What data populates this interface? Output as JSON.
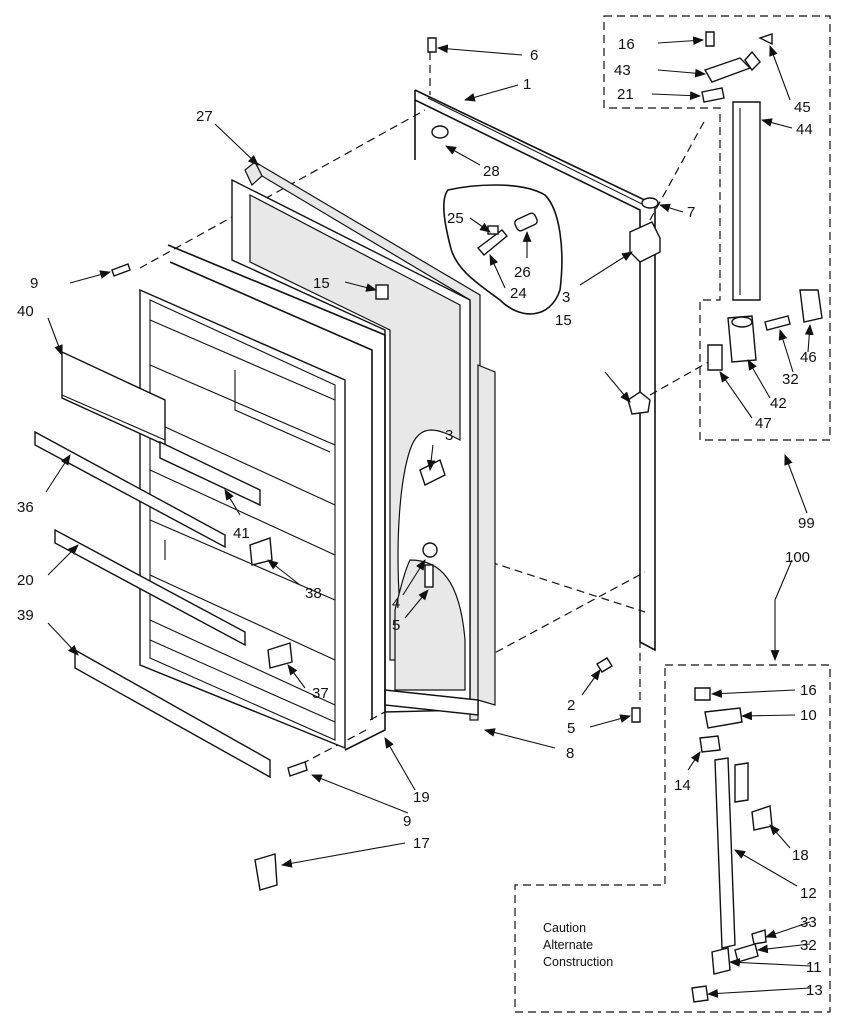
{
  "parts": {
    "p1": "1",
    "p2": "2",
    "p3a": "3",
    "p3b": "3",
    "p4": "4",
    "p5a": "5",
    "p5b": "5",
    "p6": "6",
    "p7": "7",
    "p8": "8",
    "p9a": "9",
    "p9b": "9",
    "p10": "10",
    "p11": "11",
    "p12": "12",
    "p13": "13",
    "p14": "14",
    "p15a": "15",
    "p15b": "15",
    "p16a": "16",
    "p16b": "16",
    "p17": "17",
    "p18": "18",
    "p19": "19",
    "p20": "20",
    "p21": "21",
    "p24": "24",
    "p25": "25",
    "p26": "26",
    "p27": "27",
    "p28": "28",
    "p32a": "32",
    "p32b": "32",
    "p33": "33",
    "p36": "36",
    "p37": "37",
    "p38": "38",
    "p39": "39",
    "p40": "40",
    "p41": "41",
    "p42": "42",
    "p43": "43",
    "p44": "44",
    "p45": "45",
    "p46": "46",
    "p47": "47",
    "p99": "99",
    "p100": "100"
  },
  "caption": {
    "line1": "Caution",
    "line2": "Alternate",
    "line3": "Construction"
  }
}
